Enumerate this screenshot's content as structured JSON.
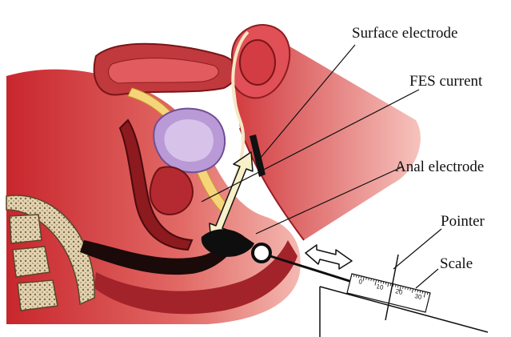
{
  "labels": {
    "surface_electrode": "Surface electrode",
    "fes_current": "FES current",
    "anal_electrode": "Anal electrode",
    "pointer": "Pointer",
    "scale": "Scale"
  },
  "scale": {
    "ticks": [
      "0",
      "10",
      "20",
      "30"
    ]
  },
  "colors": {
    "tissue_dark": "#b8232a",
    "tissue_mid": "#d9474a",
    "tissue_light": "#f2a7a2",
    "fat": "#f5d57a",
    "bladder": "#b99ad6",
    "bone": "#c9b28a",
    "arrow_fill": "#f7f0c8",
    "ink": "#111111"
  }
}
